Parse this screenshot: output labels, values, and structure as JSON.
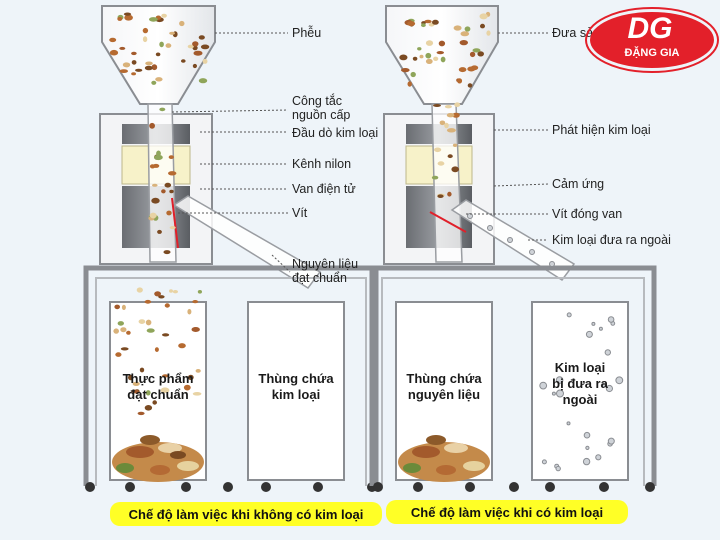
{
  "logo": {
    "mark": "DG",
    "name": "ĐẶNG GIA",
    "color": "#e3202a"
  },
  "left_panel": {
    "labels": [
      "Phễu",
      "Công tắc nguồn cấp",
      "Đầu dò kim loại",
      "Kênh nilon",
      "Van điện tử",
      "Vít",
      "Nguyên liệu đạt chuẩn"
    ],
    "bin_left": "Thực phẩm đạt chuẩn",
    "bin_right": "Thùng chứa kim loại",
    "caption": "Chế độ làm việc khi không có kim loại"
  },
  "right_panel": {
    "labels": [
      "Đưa sản phẩm",
      "Phát hiện kim loại",
      "Cảm ứng",
      "Vít đóng van",
      "Kim loại đưa ra ngoài"
    ],
    "bin_left": "Thùng chứa nguyên liệu",
    "bin_right": "Kim loại bị đưa ra ngoài",
    "caption": "Chế độ làm việc khi có kim loại"
  },
  "colors": {
    "caption_bg": "#ffff26",
    "valve_line": "#e0202a",
    "frame": "#8a8d92"
  }
}
